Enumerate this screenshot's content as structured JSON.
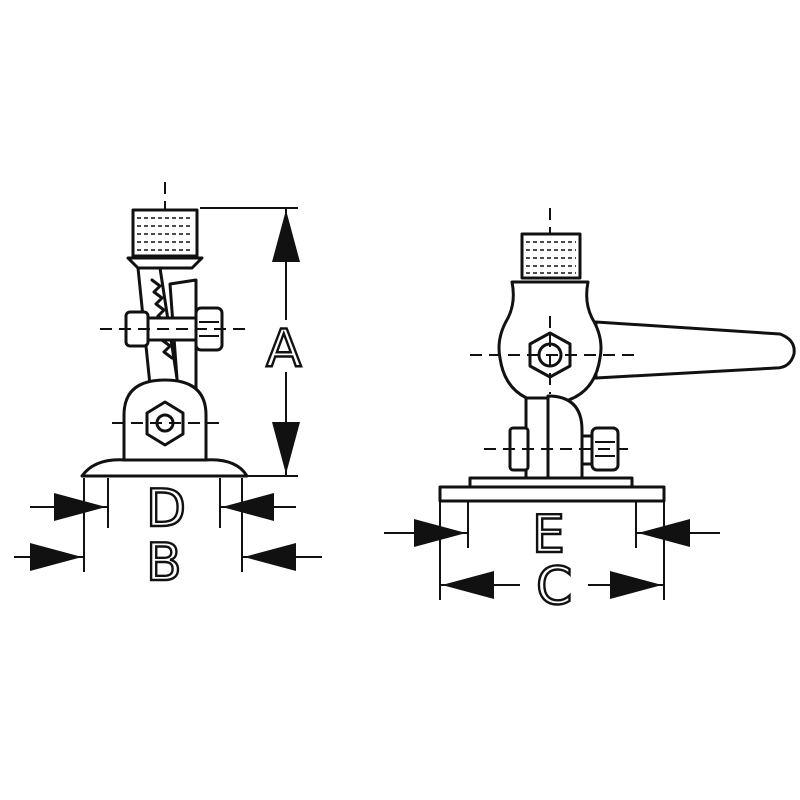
{
  "labels": {
    "a": "A",
    "b": "B",
    "c": "C",
    "d": "D",
    "e": "E"
  },
  "colors": {
    "ink": "#111111",
    "background": "#ffffff"
  }
}
